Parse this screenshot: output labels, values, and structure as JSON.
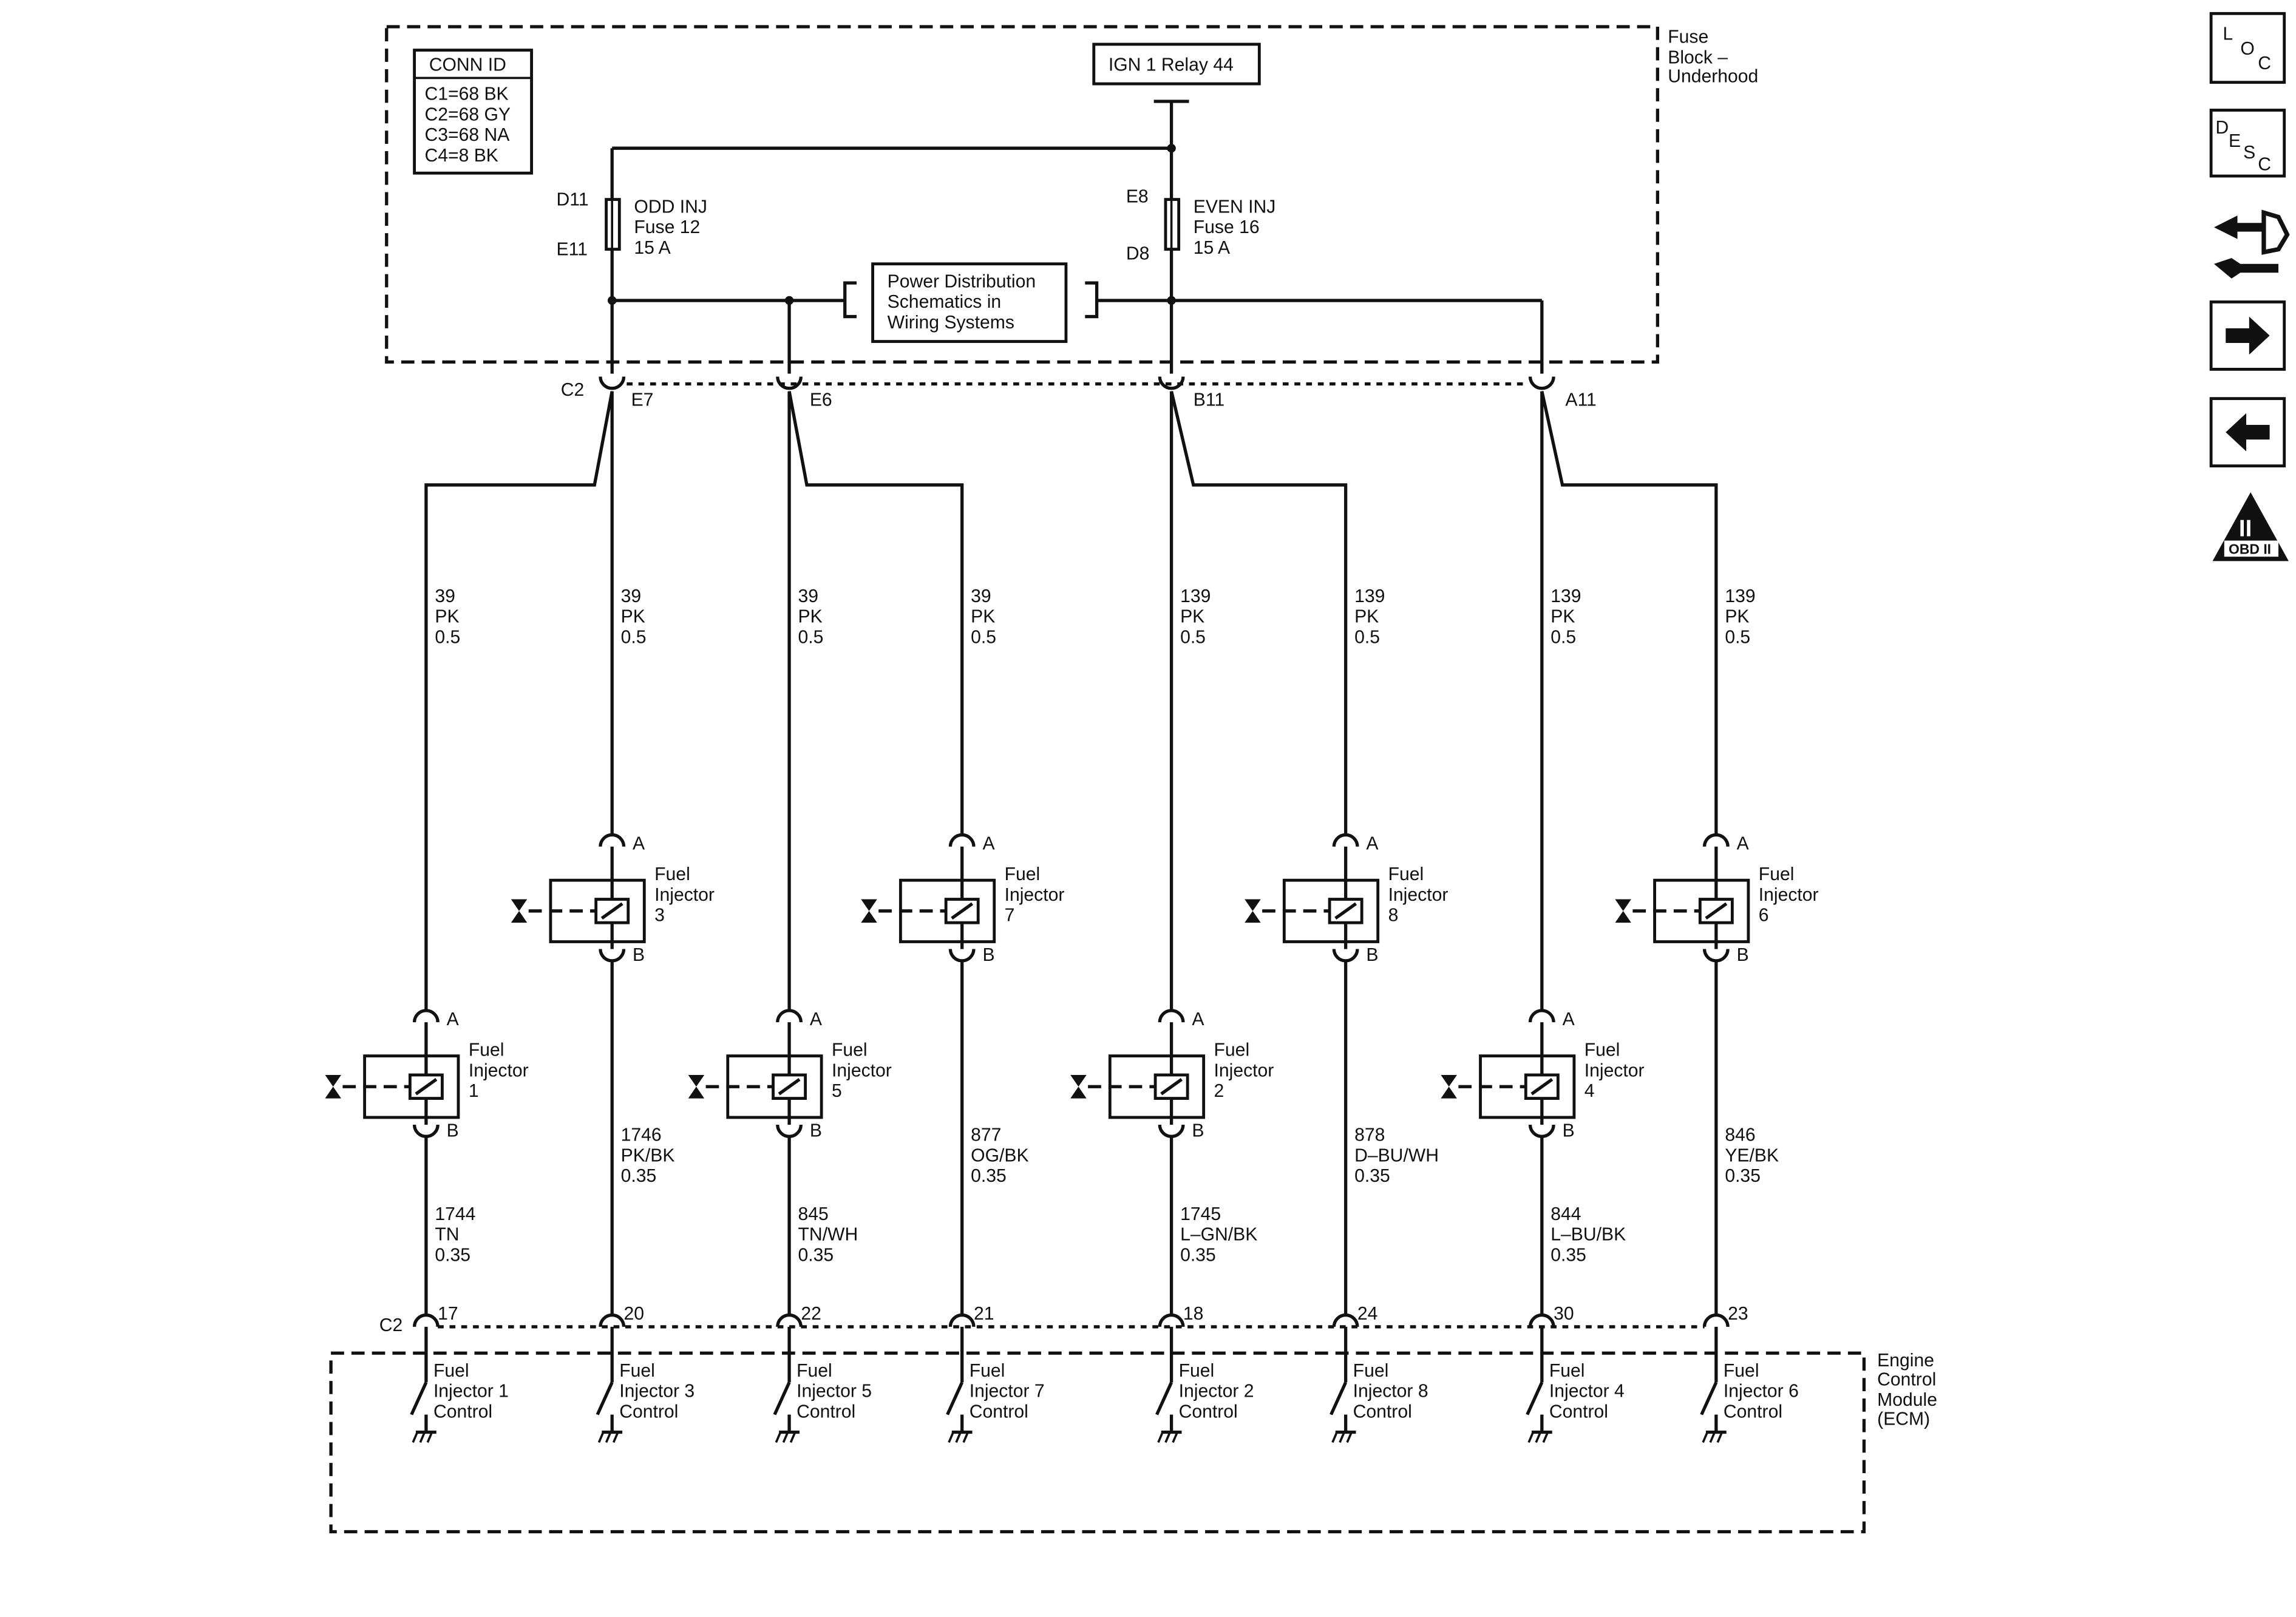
{
  "fuse_block": {
    "label_lines": [
      "Fuse",
      "Block –",
      "Underhood"
    ],
    "conn_id": {
      "title": "CONN ID",
      "lines": [
        "C1=68 BK",
        "C2=68 GY",
        "C3=68 NA",
        "C4=8 BK"
      ]
    },
    "relay_label": "IGN 1 Relay 44",
    "fuse_odd": {
      "top_pin": "D11",
      "bottom_pin": "E11",
      "lines": [
        "ODD INJ",
        "Fuse 12",
        "15 A"
      ]
    },
    "fuse_even": {
      "top_pin": "E8",
      "bottom_pin": "D8",
      "lines": [
        "EVEN INJ",
        "Fuse 16",
        "15 A"
      ]
    },
    "power_ref_lines": [
      "Power Distribution",
      "Schematics in",
      "Wiring Systems"
    ],
    "connector_name": "C2",
    "output_pins": [
      "E7",
      "E6",
      "B11",
      "A11"
    ]
  },
  "supply_wires": [
    {
      "circuit": "39",
      "color": "PK",
      "size": "0.5"
    },
    {
      "circuit": "39",
      "color": "PK",
      "size": "0.5"
    },
    {
      "circuit": "39",
      "color": "PK",
      "size": "0.5"
    },
    {
      "circuit": "39",
      "color": "PK",
      "size": "0.5"
    },
    {
      "circuit": "139",
      "color": "PK",
      "size": "0.5"
    },
    {
      "circuit": "139",
      "color": "PK",
      "size": "0.5"
    },
    {
      "circuit": "139",
      "color": "PK",
      "size": "0.5"
    },
    {
      "circuit": "139",
      "color": "PK",
      "size": "0.5"
    }
  ],
  "injectors": [
    {
      "name_lines": [
        "Fuel",
        "Injector",
        "1"
      ],
      "pin_a": "A",
      "pin_b": "B"
    },
    {
      "name_lines": [
        "Fuel",
        "Injector",
        "3"
      ],
      "pin_a": "A",
      "pin_b": "B"
    },
    {
      "name_lines": [
        "Fuel",
        "Injector",
        "5"
      ],
      "pin_a": "A",
      "pin_b": "B"
    },
    {
      "name_lines": [
        "Fuel",
        "Injector",
        "7"
      ],
      "pin_a": "A",
      "pin_b": "B"
    },
    {
      "name_lines": [
        "Fuel",
        "Injector",
        "2"
      ],
      "pin_a": "A",
      "pin_b": "B"
    },
    {
      "name_lines": [
        "Fuel",
        "Injector",
        "8"
      ],
      "pin_a": "A",
      "pin_b": "B"
    },
    {
      "name_lines": [
        "Fuel",
        "Injector",
        "4"
      ],
      "pin_a": "A",
      "pin_b": "B"
    },
    {
      "name_lines": [
        "Fuel",
        "Injector",
        "6"
      ],
      "pin_a": "A",
      "pin_b": "B"
    }
  ],
  "control_wires": [
    {
      "circuit": "1744",
      "color": "TN",
      "size": "0.35"
    },
    {
      "circuit": "1746",
      "color": "PK/BK",
      "size": "0.35"
    },
    {
      "circuit": "845",
      "color": "TN/WH",
      "size": "0.35"
    },
    {
      "circuit": "877",
      "color": "OG/BK",
      "size": "0.35"
    },
    {
      "circuit": "1745",
      "color": "L–GN/BK",
      "size": "0.35"
    },
    {
      "circuit": "878",
      "color": "D–BU/WH",
      "size": "0.35"
    },
    {
      "circuit": "844",
      "color": "L–BU/BK",
      "size": "0.35"
    },
    {
      "circuit": "846",
      "color": "YE/BK",
      "size": "0.35"
    }
  ],
  "ecm": {
    "connector_name": "C2",
    "label_lines": [
      "Engine",
      "Control",
      "Module",
      "(ECM)"
    ],
    "pins": [
      "17",
      "20",
      "22",
      "21",
      "18",
      "24",
      "30",
      "23"
    ],
    "drivers": [
      [
        "Fuel",
        "Injector 1",
        "Control"
      ],
      [
        "Fuel",
        "Injector 3",
        "Control"
      ],
      [
        "Fuel",
        "Injector 5",
        "Control"
      ],
      [
        "Fuel",
        "Injector 7",
        "Control"
      ],
      [
        "Fuel",
        "Injector 2",
        "Control"
      ],
      [
        "Fuel",
        "Injector 8",
        "Control"
      ],
      [
        "Fuel",
        "Injector 4",
        "Control"
      ],
      [
        "Fuel",
        "Injector 6",
        "Control"
      ]
    ]
  },
  "nav": {
    "loc_letters": [
      "L",
      "O",
      "C"
    ],
    "desc_letters": [
      "D",
      "E",
      "S",
      "C"
    ],
    "obd_roman": "II",
    "obd_label": "OBD II",
    "icons": [
      "loc-icon",
      "desc-icon",
      "diagnostic-connector-icon",
      "arrow-right-icon",
      "arrow-left-icon",
      "obd-ii-icon"
    ]
  }
}
